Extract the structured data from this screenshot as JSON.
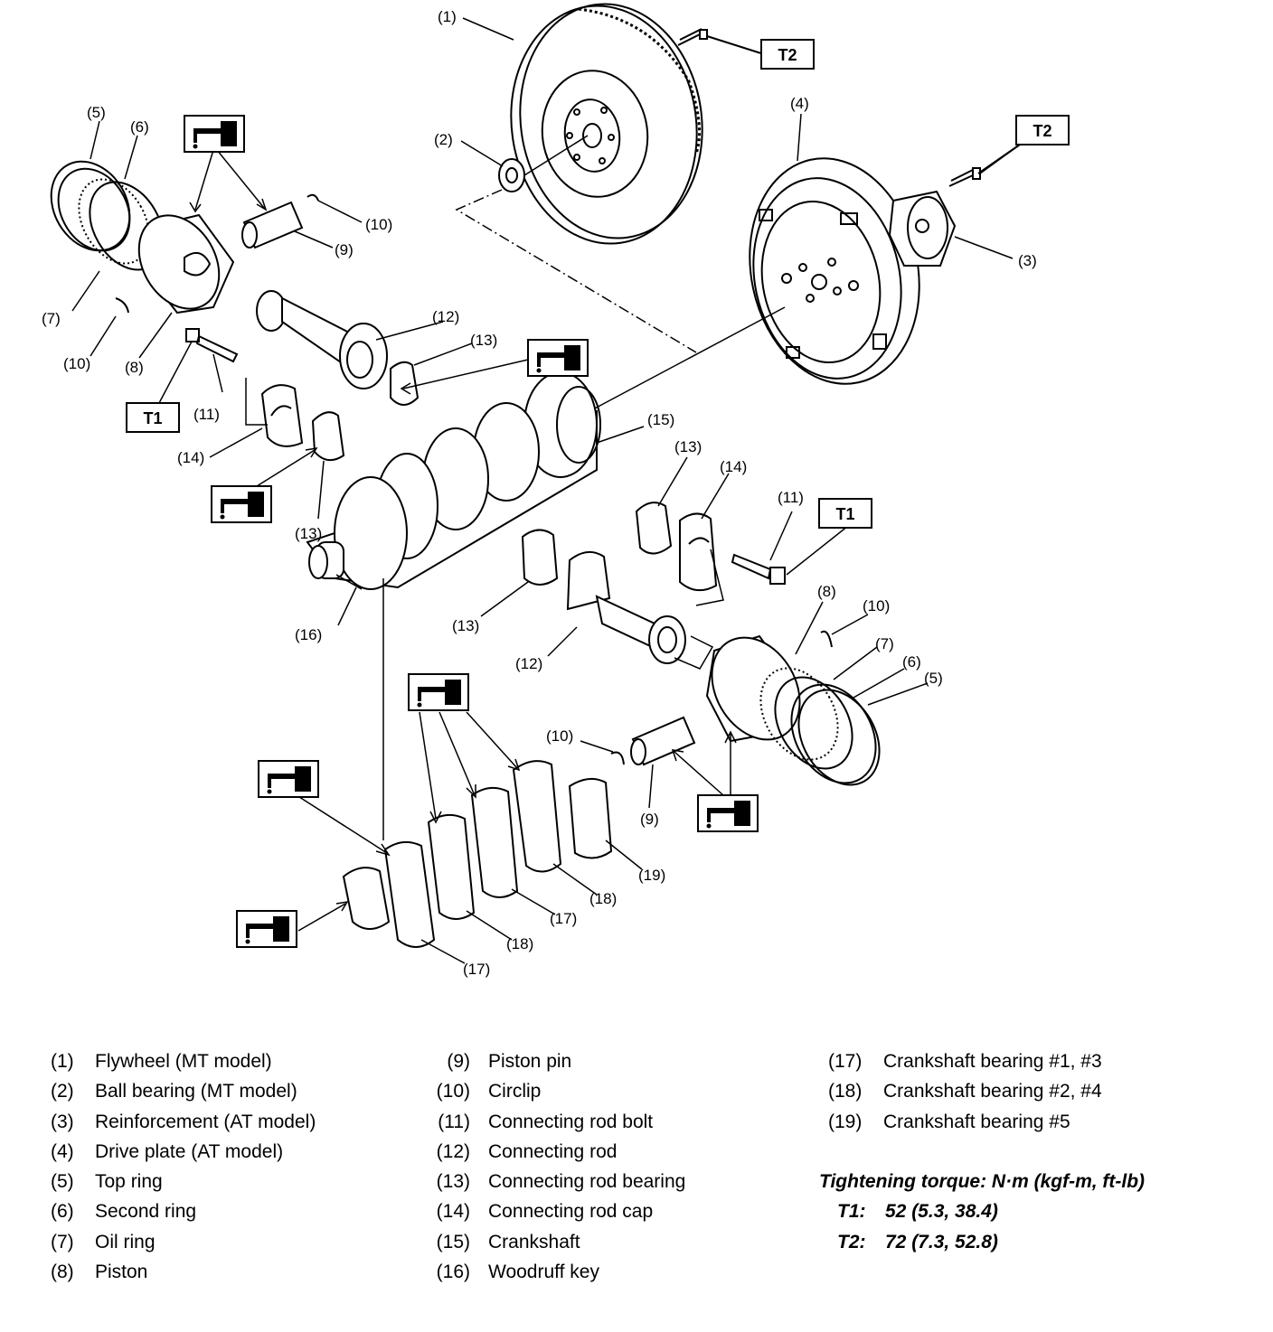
{
  "callouts": {
    "c1": "(1)",
    "c2": "(2)",
    "c3": "(3)",
    "c4": "(4)",
    "c5": "(5)",
    "c6": "(6)",
    "c7": "(7)",
    "c8": "(8)",
    "c9": "(9)",
    "c10": "(10)",
    "c11": "(11)",
    "c12": "(12)",
    "c13": "(13)",
    "c14": "(14)",
    "c15": "(15)",
    "c16": "(16)",
    "c17": "(17)",
    "c18": "(18)",
    "c19": "(19)"
  },
  "torque_tags": {
    "t1": "T1",
    "t2": "T2"
  },
  "icon": "oil-can-icon",
  "legend": {
    "col1": [
      {
        "num": "(1)",
        "desc": "Flywheel (MT model)"
      },
      {
        "num": "(2)",
        "desc": "Ball bearing (MT model)"
      },
      {
        "num": "(3)",
        "desc": "Reinforcement (AT model)"
      },
      {
        "num": "(4)",
        "desc": "Drive plate (AT model)"
      },
      {
        "num": "(5)",
        "desc": "Top ring"
      },
      {
        "num": "(6)",
        "desc": "Second ring"
      },
      {
        "num": "(7)",
        "desc": "Oil ring"
      },
      {
        "num": "(8)",
        "desc": "Piston"
      }
    ],
    "col2": [
      {
        "num": "(9)",
        "desc": "Piston pin"
      },
      {
        "num": "(10)",
        "desc": "Circlip"
      },
      {
        "num": "(11)",
        "desc": "Connecting rod bolt"
      },
      {
        "num": "(12)",
        "desc": "Connecting rod"
      },
      {
        "num": "(13)",
        "desc": "Connecting rod bearing"
      },
      {
        "num": "(14)",
        "desc": "Connecting rod cap"
      },
      {
        "num": "(15)",
        "desc": "Crankshaft"
      },
      {
        "num": "(16)",
        "desc": "Woodruff key"
      }
    ],
    "col3": [
      {
        "num": "(17)",
        "desc": "Crankshaft bearing #1, #3"
      },
      {
        "num": "(18)",
        "desc": "Crankshaft bearing #2, #4"
      },
      {
        "num": "(19)",
        "desc": "Crankshaft bearing #5"
      }
    ]
  },
  "torque": {
    "heading": "Tightening torque: N·m (kgf-m, ft-lb)",
    "rows": [
      {
        "label": "T1:",
        "value": "52 (5.3, 38.4)"
      },
      {
        "label": "T2:",
        "value": "72 (7.3, 52.8)"
      }
    ]
  }
}
